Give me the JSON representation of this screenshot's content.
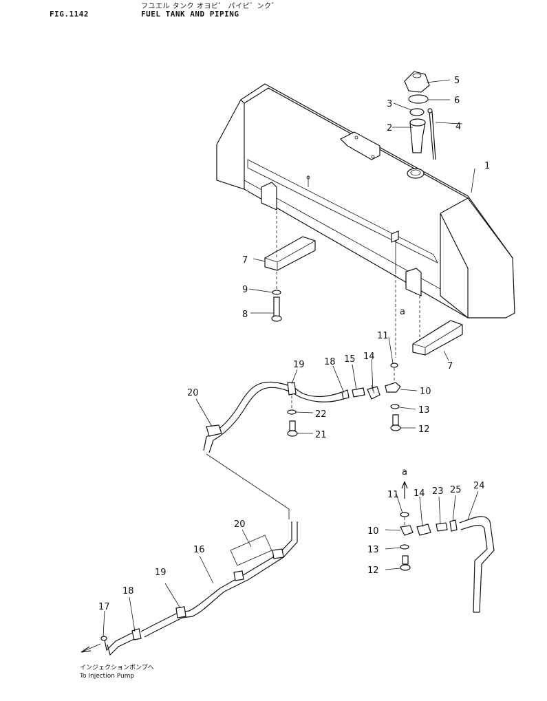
{
  "header": {
    "fig_number": "FIG.1142",
    "title_kana": "フユエル タンク オヨビ゜ パイピ゛ンク゛",
    "title_en": "FUEL TANK AND PIPING"
  },
  "labels": {
    "p1": "1",
    "p2": "2",
    "p3": "3",
    "p4": "4",
    "p5": "5",
    "p6": "6",
    "p7a": "7",
    "p7b": "7",
    "p8": "8",
    "p9": "9",
    "p10a": "10",
    "p10b": "10",
    "p11a": "11",
    "p11b": "11",
    "p12a": "12",
    "p12b": "12",
    "p13a": "13",
    "p13b": "13",
    "p14a": "14",
    "p14b": "14",
    "p15": "15",
    "p16": "16",
    "p17": "17",
    "p18a": "18",
    "p18b": "18",
    "p19a": "19",
    "p19b": "19",
    "p20a": "20",
    "p20b": "20",
    "p21": "21",
    "p22": "22",
    "p23": "23",
    "p24": "24",
    "p25": "25",
    "a1": "a",
    "a2": "a"
  },
  "note": {
    "kana": "インジェクションポンプへ",
    "en": "To Injection Pump"
  }
}
